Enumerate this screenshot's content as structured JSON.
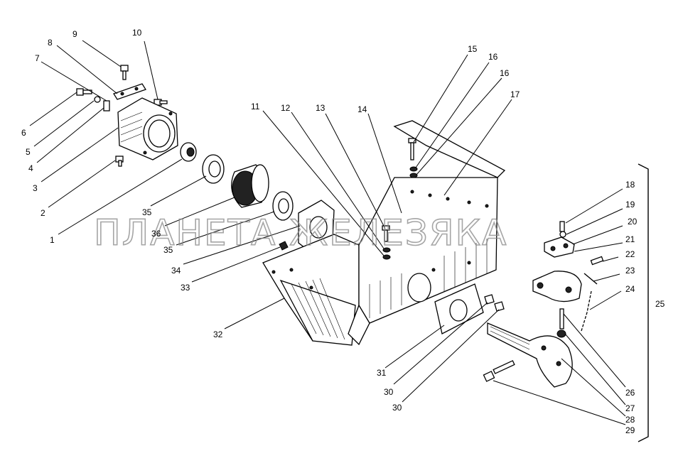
{
  "watermark": "ПЛАНЕТА ЖЕЛЕЗЯКА",
  "group_label": "25",
  "callouts": [
    {
      "id": "c9",
      "text": "9"
    },
    {
      "id": "c10",
      "text": "10"
    },
    {
      "id": "c8",
      "text": "8"
    },
    {
      "id": "c7",
      "text": "7"
    },
    {
      "id": "c6",
      "text": "6"
    },
    {
      "id": "c5",
      "text": "5"
    },
    {
      "id": "c4",
      "text": "4"
    },
    {
      "id": "c3",
      "text": "3"
    },
    {
      "id": "c2",
      "text": "2"
    },
    {
      "id": "c1",
      "text": "1"
    },
    {
      "id": "c35a",
      "text": "35"
    },
    {
      "id": "c36",
      "text": "36"
    },
    {
      "id": "c35b",
      "text": "35"
    },
    {
      "id": "c34",
      "text": "34"
    },
    {
      "id": "c33",
      "text": "33"
    },
    {
      "id": "c32",
      "text": "32"
    },
    {
      "id": "c11",
      "text": "11"
    },
    {
      "id": "c12",
      "text": "12"
    },
    {
      "id": "c13",
      "text": "13"
    },
    {
      "id": "c14",
      "text": "14"
    },
    {
      "id": "c15",
      "text": "15"
    },
    {
      "id": "c16a",
      "text": "16"
    },
    {
      "id": "c16b",
      "text": "16"
    },
    {
      "id": "c17",
      "text": "17"
    },
    {
      "id": "c18",
      "text": "18"
    },
    {
      "id": "c19",
      "text": "19"
    },
    {
      "id": "c20",
      "text": "20"
    },
    {
      "id": "c21",
      "text": "21"
    },
    {
      "id": "c22",
      "text": "22"
    },
    {
      "id": "c23",
      "text": "23"
    },
    {
      "id": "c24",
      "text": "24"
    },
    {
      "id": "c26",
      "text": "26"
    },
    {
      "id": "c27",
      "text": "27"
    },
    {
      "id": "c28",
      "text": "28"
    },
    {
      "id": "c29",
      "text": "29"
    },
    {
      "id": "c31",
      "text": "31"
    },
    {
      "id": "c30a",
      "text": "30"
    },
    {
      "id": "c30b",
      "text": "30"
    }
  ]
}
